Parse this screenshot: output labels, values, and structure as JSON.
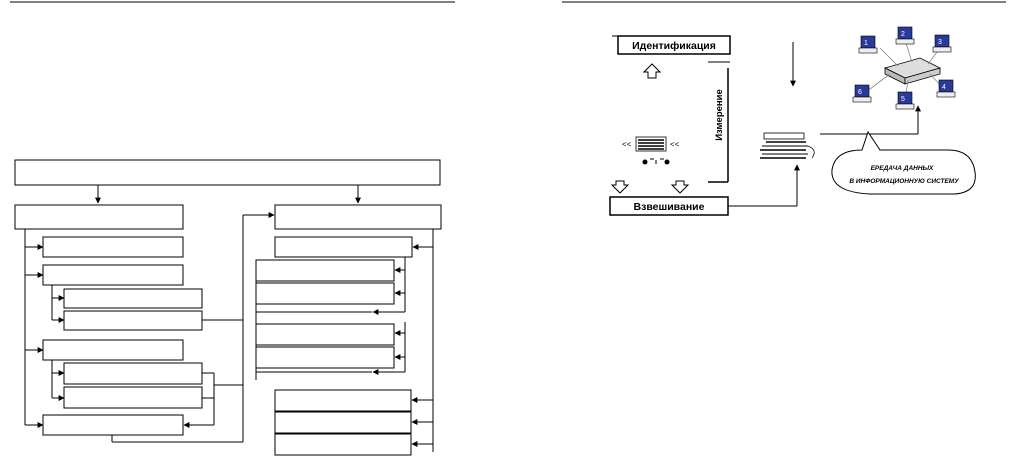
{
  "left_diagram": {
    "boxes_with_text": []
  },
  "right_diagram": {
    "identification_label": "Идентификация",
    "measurement_label": "Измерение",
    "weighing_label": "Взвешивание",
    "data_transfer_label_line1": "ЕРЕДАЧА ДАННЫХ",
    "data_transfer_label_line2": "В ИНФОРМАЦИОННУЮ СИСТЕМУ",
    "network_terminals": [
      "1",
      "2",
      "3",
      "4",
      "5",
      "6"
    ]
  }
}
